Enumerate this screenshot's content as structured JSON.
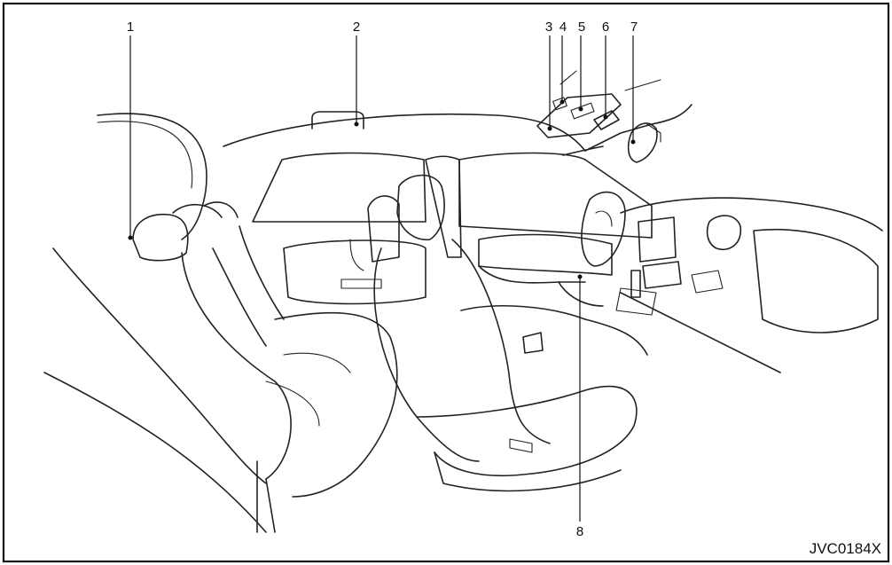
{
  "figure": {
    "code": "JVC0184X",
    "callouts": [
      {
        "label": "1"
      },
      {
        "label": "2"
      },
      {
        "label": "3"
      },
      {
        "label": "4"
      },
      {
        "label": "5"
      },
      {
        "label": "6"
      },
      {
        "label": "7"
      },
      {
        "label": "8"
      }
    ]
  }
}
